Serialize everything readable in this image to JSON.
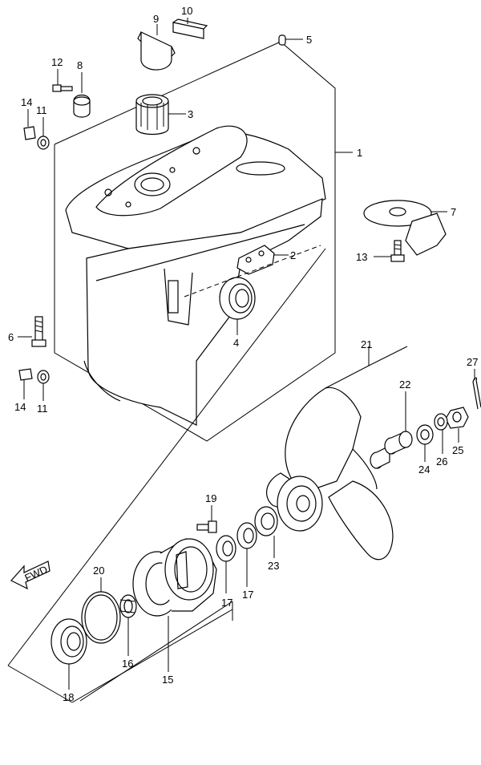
{
  "callouts": {
    "p1": "1",
    "p2": "2",
    "p3": "3",
    "p4": "4",
    "p5": "5",
    "p6": "6",
    "p7": "7",
    "p8": "8",
    "p9": "9",
    "p10": "10",
    "p11a": "11",
    "p11b": "11",
    "p12": "12",
    "p13": "13",
    "p14a": "14",
    "p14b": "14",
    "p15": "15",
    "p16": "16",
    "p17a": "17",
    "p17b": "17",
    "p18": "18",
    "p19": "19",
    "p20": "20",
    "p21": "21",
    "p22": "22",
    "p23": "23",
    "p24": "24",
    "p25": "25",
    "p26": "26",
    "p27": "27"
  },
  "fwd_label": "FWD"
}
